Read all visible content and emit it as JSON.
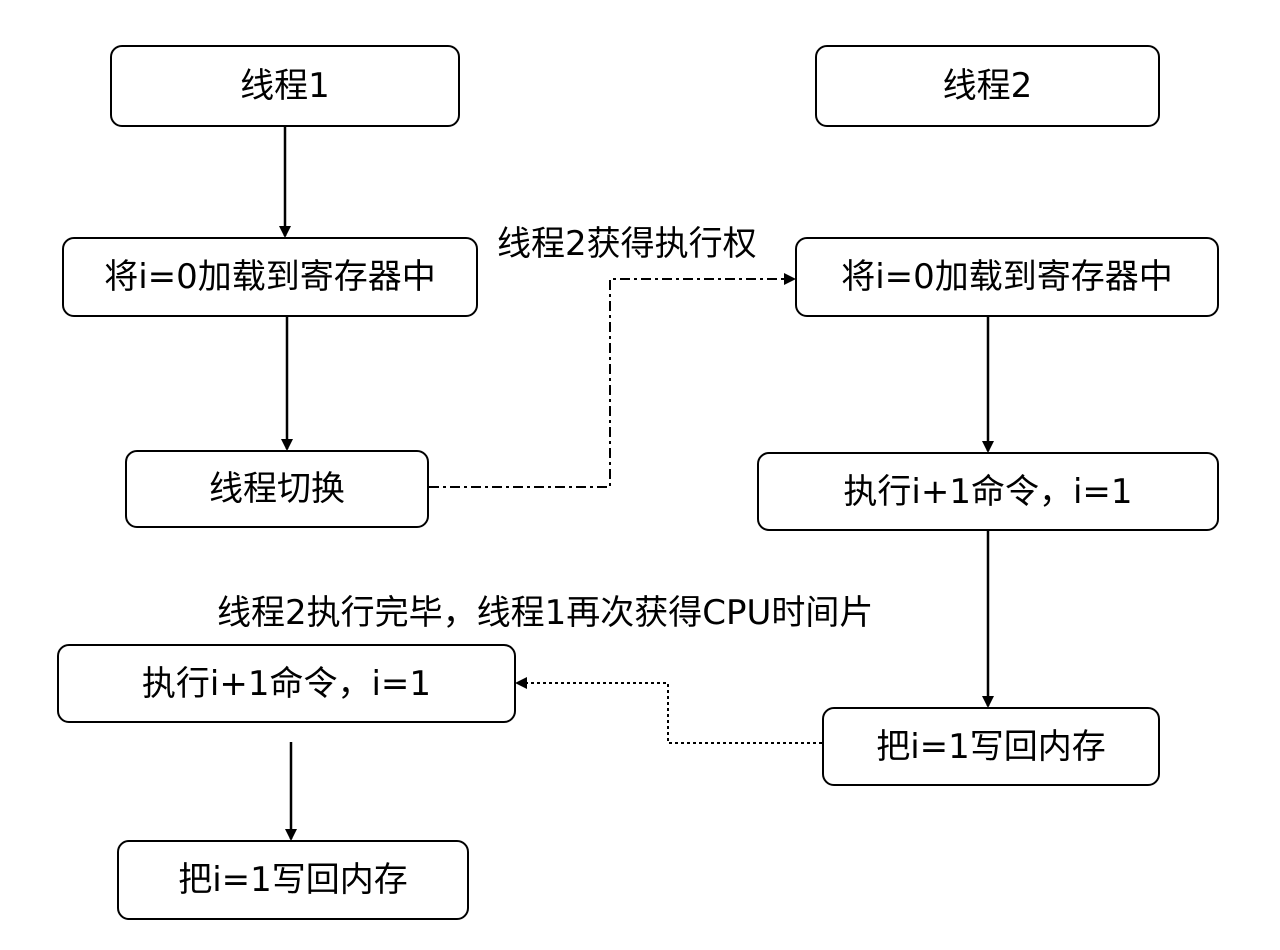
{
  "diagram": {
    "nodes": {
      "t1_start": "线程1",
      "t2_start": "线程2",
      "t1_load": "将i=0加载到寄存器中",
      "t2_load": "将i=0加载到寄存器中",
      "t1_switch": "线程切换",
      "t2_increment": "执行i+1命令，i=1",
      "t1_increment": "执行i+1命令，i=1",
      "t2_write": "把i=1写回内存",
      "t1_write": "把i=1写回内存"
    },
    "edge_labels": {
      "switch_to_t2": "线程2获得执行权",
      "resume_t1": "线程2执行完毕，线程1再次获得CPU时间片"
    },
    "colors": {
      "stroke": "#000000",
      "background": "#ffffff"
    }
  }
}
